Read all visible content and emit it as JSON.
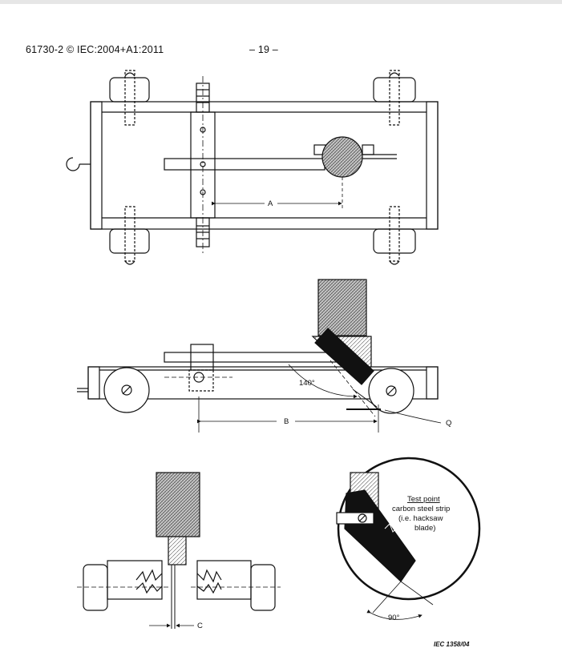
{
  "header": {
    "left": "61730-2 © IEC:2004+A1:2011",
    "center": "– 19 –"
  },
  "figure": {
    "dim_a": "A",
    "dim_b": "B",
    "dim_c": "C",
    "label_q": "Q",
    "angle_140": "140°",
    "angle_90": "90°",
    "test_point": "Test point",
    "strip_line1": "carbon steel strip",
    "strip_line2": "(i.e. hacksaw",
    "strip_line3": "blade)",
    "ref": "IEC  1358/04"
  }
}
